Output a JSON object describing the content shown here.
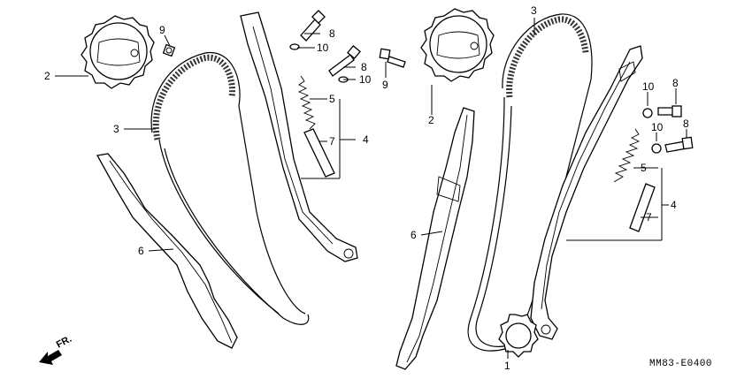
{
  "diagram": {
    "drawing_code": "MM83-E0400",
    "direction_label": "FR.",
    "callouts": {
      "l_sprocket": "2",
      "l_chain": "3",
      "l_bolt_9": "9",
      "l_bolt_8a": "8",
      "l_washer_10a": "10",
      "l_bolt_8b": "8",
      "l_washer_10b": "10",
      "l_spring_5": "5",
      "l_pin_7": "7",
      "l_tensioner_4": "4",
      "l_guide_6": "6",
      "m_bolt_9": "9",
      "r_chain_3": "3",
      "r_sprocket_2": "2",
      "r_guide_6": "6",
      "r_drive_sprocket_1": "1",
      "r_washer_10a": "10",
      "r_bolt_8a": "8",
      "r_washer_10b": "10",
      "r_bolt_8b": "8",
      "r_spring_5": "5",
      "r_tensioner_4": "4",
      "r_pin_7": "7"
    }
  }
}
